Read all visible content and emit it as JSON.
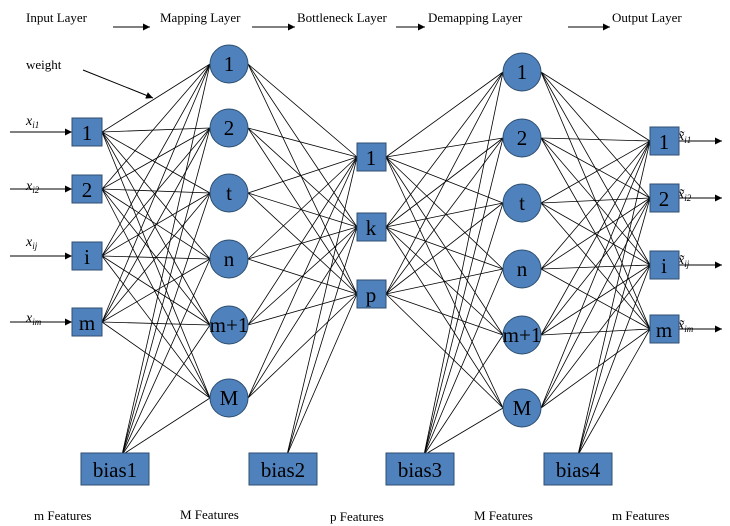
{
  "layer_titles": [
    "Input Layer",
    "Mapping Layer",
    "Bottleneck Layer",
    "Demapping Layer",
    "Output Layer"
  ],
  "weight_label": "weight",
  "input_nodes": [
    "1",
    "2",
    "i",
    "m"
  ],
  "mapping_nodes": [
    "1",
    "2",
    "t",
    "n",
    "m+1",
    "M"
  ],
  "bottleneck_nodes": [
    "1",
    "k",
    "p"
  ],
  "demapping_nodes": [
    "1",
    "2",
    "t",
    "n",
    "m+1",
    "M"
  ],
  "output_nodes": [
    "1",
    "2",
    "i",
    "m"
  ],
  "input_vars": [
    {
      "base": "x",
      "sub": "i1"
    },
    {
      "base": "x",
      "sub": "i2"
    },
    {
      "base": "x",
      "sub": "ij"
    },
    {
      "base": "x",
      "sub": "im"
    }
  ],
  "output_vars": [
    {
      "base": "x̃",
      "sub": "i1"
    },
    {
      "base": "x̃",
      "sub": "i2"
    },
    {
      "base": "x̃",
      "sub": "ij"
    },
    {
      "base": "x̃",
      "sub": "im"
    }
  ],
  "bias_labels": [
    "bias1",
    "bias2",
    "bias3",
    "bias4"
  ],
  "feature_labels": [
    "m Features",
    "M Features",
    "p Features",
    "M Features",
    "m Features"
  ],
  "colors": {
    "node_fill": "#4f81bd",
    "node_stroke": "#2f4f6f"
  }
}
